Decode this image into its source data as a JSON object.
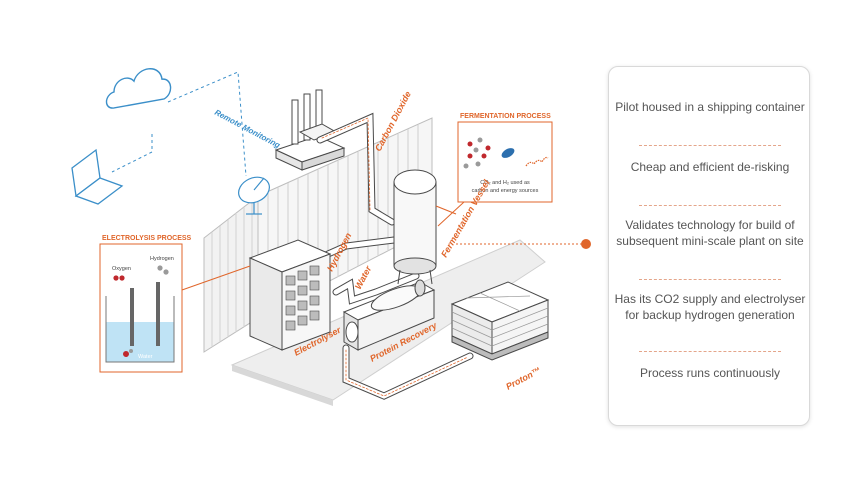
{
  "diagram": {
    "labels": {
      "remote_monitoring": "Remote Monitoring",
      "carbon_dioxide": "Carbon Dioxide",
      "hydrogen": "Hydrogen",
      "water": "Water",
      "fermentation_vessel": "Fermentation Vessel",
      "electrolyser": "Electrolyser",
      "protein_recovery": "Protein Recovery",
      "proton": "Proton™"
    },
    "fermentation_box": {
      "title": "FERMENTATION PROCESS",
      "caption_line1": "CO₂ and H₂ used as",
      "caption_line2": "carbon and energy sources"
    },
    "electrolysis_box": {
      "title": "ELECTROLYSIS PROCESS",
      "oxygen": "Oxygen",
      "hydrogen": "Hydrogen",
      "water": "Water"
    },
    "colors": {
      "accent": "#e0662b",
      "blue": "#3b8fc9",
      "water": "#bfe3f5",
      "line": "#4a4a4a"
    }
  },
  "panel": {
    "items": [
      "Pilot housed in a shipping container",
      "Cheap and efficient de-risking",
      "Validates technology for build of subsequent mini-scale plant on site",
      "Has its CO2 supply and electrolyser for backup hydrogen generation",
      "Process runs continuously"
    ]
  }
}
